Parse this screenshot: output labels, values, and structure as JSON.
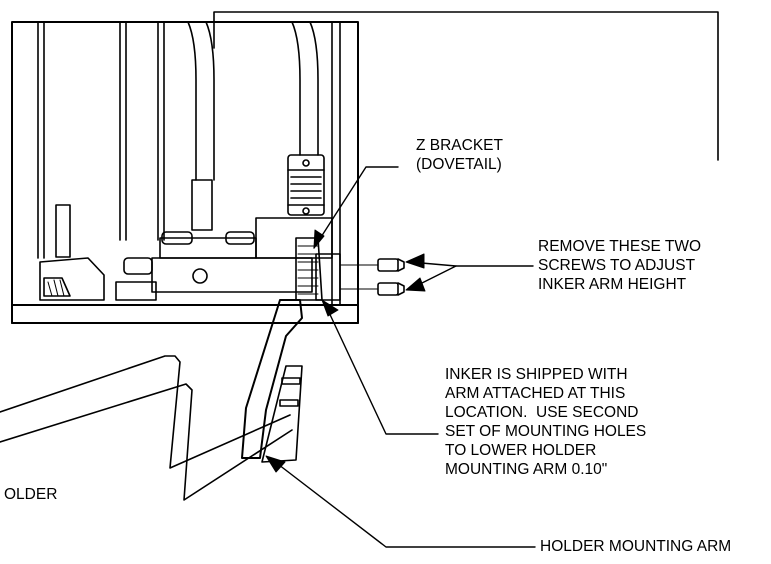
{
  "labels": {
    "z_bracket": [
      "Z BRACKET",
      "(DOVETAIL)"
    ],
    "remove_screws": [
      "REMOVE THESE TWO",
      "SCREWS TO ADJUST",
      "INKER ARM HEIGHT"
    ],
    "shipped_note": [
      "INKER IS SHIPPED WITH",
      "ARM ATTACHED AT THIS",
      "LOCATION.  USE SECOND",
      "SET OF MOUNTING HOLES",
      "TO LOWER HOLDER",
      "MOUNTING ARM 0.10\""
    ],
    "holder_partial": "OLDER",
    "holder_mounting_arm": "HOLDER MOUNTING ARM"
  },
  "colors": {
    "ink": "#000000",
    "paper": "#ffffff",
    "hatch": "#555555"
  }
}
